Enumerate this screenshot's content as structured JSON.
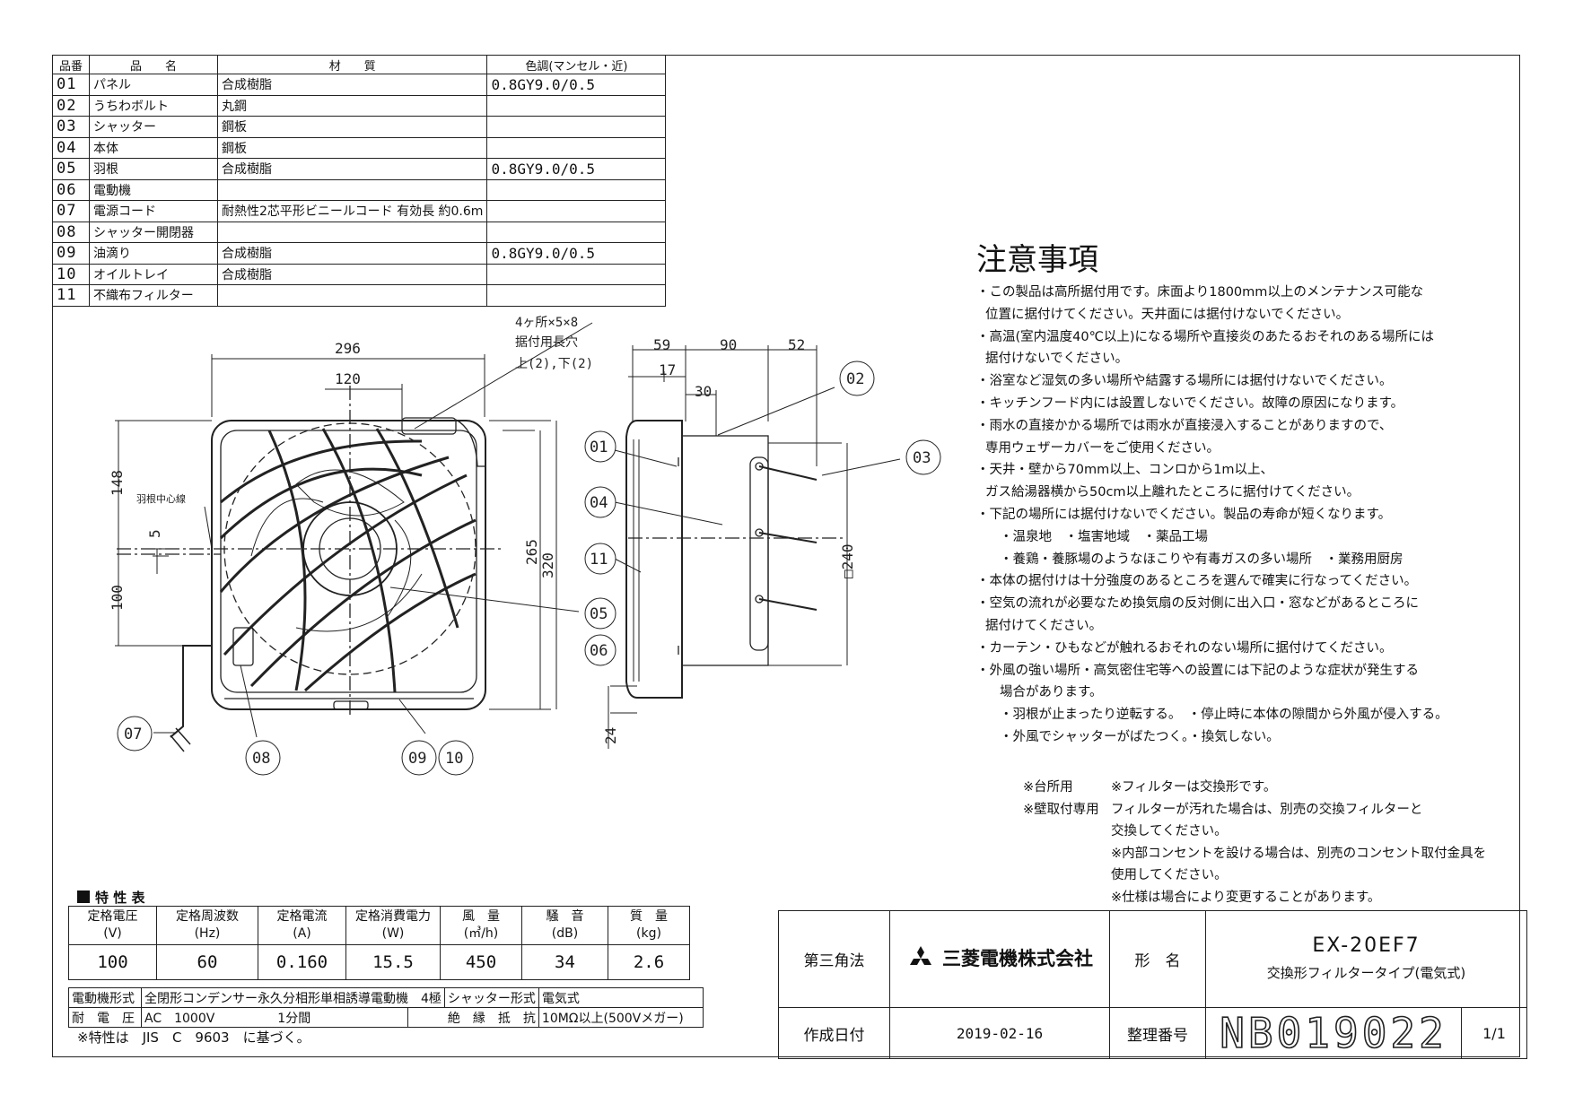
{
  "parts_table": {
    "headers": [
      "品番",
      "品　　名",
      "材　　質",
      "色調(マンセル・近)"
    ],
    "rows": [
      {
        "no": "01",
        "name": "パネル",
        "material": "合成樹脂",
        "color": "0.8GY9.0/0.5"
      },
      {
        "no": "02",
        "name": "うちわボルト",
        "material": "丸鋼",
        "color": ""
      },
      {
        "no": "03",
        "name": "シャッター",
        "material": "鋼板",
        "color": ""
      },
      {
        "no": "04",
        "name": "本体",
        "material": "鋼板",
        "color": ""
      },
      {
        "no": "05",
        "name": "羽根",
        "material": "合成樹脂",
        "color": "0.8GY9.0/0.5"
      },
      {
        "no": "06",
        "name": "電動機",
        "material": "",
        "color": ""
      },
      {
        "no": "07",
        "name": "電源コード",
        "material": "耐熱性2芯平形ビニールコード 有効長 約0.6m",
        "color": ""
      },
      {
        "no": "08",
        "name": "シャッター開閉器",
        "material": "",
        "color": ""
      },
      {
        "no": "09",
        "name": "油滴り",
        "material": "合成樹脂",
        "color": "0.8GY9.0/0.5"
      },
      {
        "no": "10",
        "name": "オイルトレイ",
        "material": "合成樹脂",
        "color": ""
      },
      {
        "no": "11",
        "name": "不織布フィルター",
        "material": "",
        "color": ""
      }
    ]
  },
  "drawing": {
    "front_dims": {
      "width": "296",
      "offset": "120",
      "height_total": "320",
      "height_inner": "265",
      "upper": "148",
      "lower": "100",
      "shift": "5",
      "fan_center_label": "羽根中心線"
    },
    "mount_note": [
      "4ヶ所×5×8",
      "据付用長穴",
      "上(2),下(2)"
    ],
    "side_dims": {
      "d1": "59",
      "d2": "90",
      "d3": "52",
      "d4": "17",
      "d5": "30",
      "d6": "24",
      "square": "□240"
    },
    "callouts": [
      "01",
      "02",
      "03",
      "04",
      "05",
      "06",
      "07",
      "08",
      "09",
      "10",
      "11"
    ]
  },
  "notes": {
    "title": "注意事項",
    "lines": [
      {
        "t": "・この製品は高所据付用です。床面より1800mm以上のメンテナンス可能な",
        "c": "i0"
      },
      {
        "t": "位置に据付けてください。天井面には据付けないでください。",
        "c": "i1"
      },
      {
        "t": "・高温(室内温度40℃以上)になる場所や直接炎のあたるおそれのある場所には",
        "c": "i0"
      },
      {
        "t": "据付けないでください。",
        "c": "i1"
      },
      {
        "t": "・浴室など湿気の多い場所や結露する場所には据付けないでください。",
        "c": "i0"
      },
      {
        "t": "・キッチンフード内には設置しないでください。故障の原因になります。",
        "c": "i0"
      },
      {
        "t": "・雨水の直接かかる場所では雨水が直接浸入することがありますので、",
        "c": "i0"
      },
      {
        "t": "専用ウェザーカバーをご使用ください。",
        "c": "i1"
      },
      {
        "t": "・天井・壁から70mm以上、コンロから1m以上、",
        "c": "i0"
      },
      {
        "t": "ガス給湯器横から50cm以上離れたところに据付けてください。",
        "c": "i1"
      },
      {
        "t": "・下記の場所には据付けないでください。製品の寿命が短くなります。",
        "c": "i0"
      },
      {
        "t": "・温泉地　・塩害地域　・薬品工場",
        "c": "i2"
      },
      {
        "t": "・養鶏・養豚場のようなほこりや有毒ガスの多い場所　・業務用厨房",
        "c": "i2"
      },
      {
        "t": "・本体の据付けは十分強度のあるところを選んで確実に行なってください。",
        "c": "i0"
      },
      {
        "t": "・空気の流れが必要なため換気扇の反対側に出入口・窓などがあるところに",
        "c": "i0"
      },
      {
        "t": "据付けてください。",
        "c": "i1"
      },
      {
        "t": "・カーテン・ひもなどが触れるおそれのない場所に据付けてください。",
        "c": "i0"
      },
      {
        "t": "・外風の強い場所・高気密住宅等への設置には下記のような症状が発生する",
        "c": "i0"
      },
      {
        "t": "場合があります。",
        "c": "i2"
      },
      {
        "t": "・羽根が止まったり逆転する。　・停止時に本体の隙間から外風が侵入する。",
        "c": "i2"
      },
      {
        "t": "・外風でシャッターがばたつく。・換気しない。",
        "c": "i2"
      }
    ]
  },
  "footnotes": [
    {
      "k": "※台所用",
      "v": "※フィルターは交換形です。"
    },
    {
      "k": "※壁取付専用",
      "v": "フィルターが汚れた場合は、別売の交換フィルターと"
    },
    {
      "k": "",
      "v": "交換してください。"
    },
    {
      "k": "",
      "v": "※内部コンセントを設ける場合は、別売のコンセント取付金具を"
    },
    {
      "k": "",
      "v": "使用してください。"
    },
    {
      "k": "",
      "v": "※仕様は場合により変更することがあります。"
    }
  ],
  "spec": {
    "label": "特 性 表",
    "headers": [
      [
        "定格電圧",
        "(V)"
      ],
      [
        "定格周波数",
        "(Hz)"
      ],
      [
        "定格電流",
        "(A)"
      ],
      [
        "定格消費電力",
        "(W)"
      ],
      [
        "風　量",
        "(㎥/h)"
      ],
      [
        "騒　音",
        "(dB)"
      ],
      [
        "質　量",
        "(kg)"
      ]
    ],
    "values": [
      "100",
      "60",
      "0.160",
      "15.5",
      "450",
      "34",
      "2.6"
    ],
    "motor_label": "電動機形式",
    "motor_value": "全閉形コンデンサー永久分相形単相誘導電動機　4極",
    "shutter_label": "シャッター形式",
    "shutter_value": "電気式",
    "voltage_label": "耐　電　圧",
    "voltage_value": "AC　1000V　　　　　1分間",
    "insulation_label": "絶　縁　抵　抗",
    "insulation_value": "10MΩ以上(500Vメガー)",
    "note": "※特性は　JIS　C　9603　に基づく。"
  },
  "title_block": {
    "projection": "第三角法",
    "company": "三菱電機株式会社",
    "model_label": "形　名",
    "model": "EX-20EF7",
    "model_desc": "交換形フィルタータイプ(電気式)",
    "date_label": "作成日付",
    "date": "2019-02-16",
    "number_label": "整理番号",
    "number": "NB019022",
    "sheet": "1/1"
  }
}
